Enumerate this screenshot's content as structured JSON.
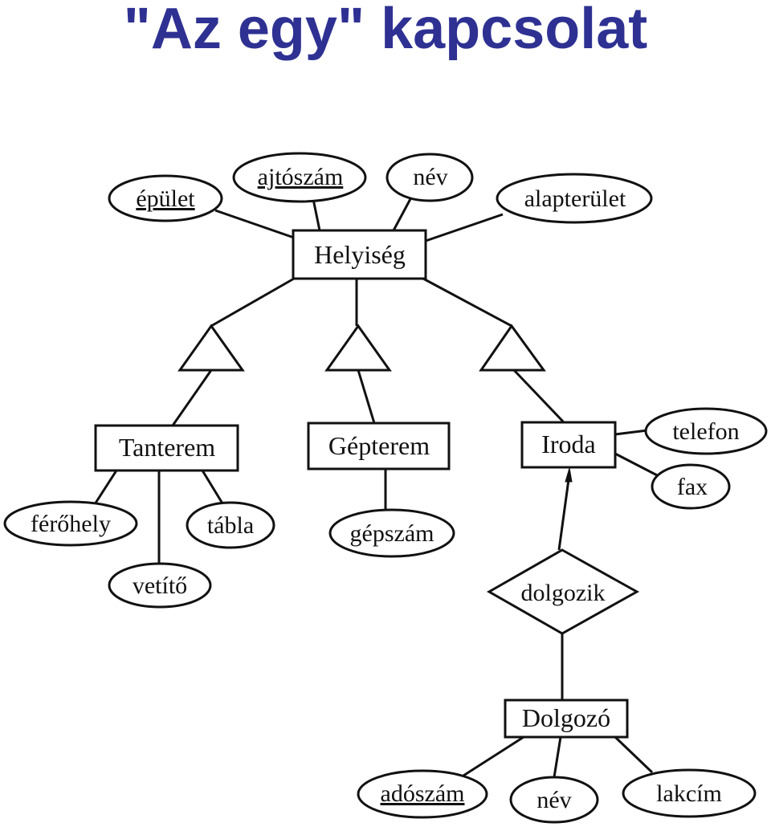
{
  "title": "\"Az egy\" kapcsolat",
  "diagram": {
    "entities": {
      "helyiseg": "Helyiség",
      "tanterem": "Tanterem",
      "gepterem": "Gépterem",
      "iroda": "Iroda",
      "dolgozo": "Dolgozó"
    },
    "relationships": {
      "dolgozik": "dolgozik"
    },
    "attributes": {
      "epulet": "épület",
      "ajtoszam": "ajtószám",
      "nev_helyiseg": "név",
      "alapterulet": "alapterület",
      "ferohely": "férőhely",
      "tabla": "tábla",
      "vetito": "vetítő",
      "gepszam": "gépszám",
      "telefon": "telefon",
      "fax": "fax",
      "adoszam": "adószám",
      "nev_dolgozo": "név",
      "lakcim": "lakcím"
    }
  }
}
